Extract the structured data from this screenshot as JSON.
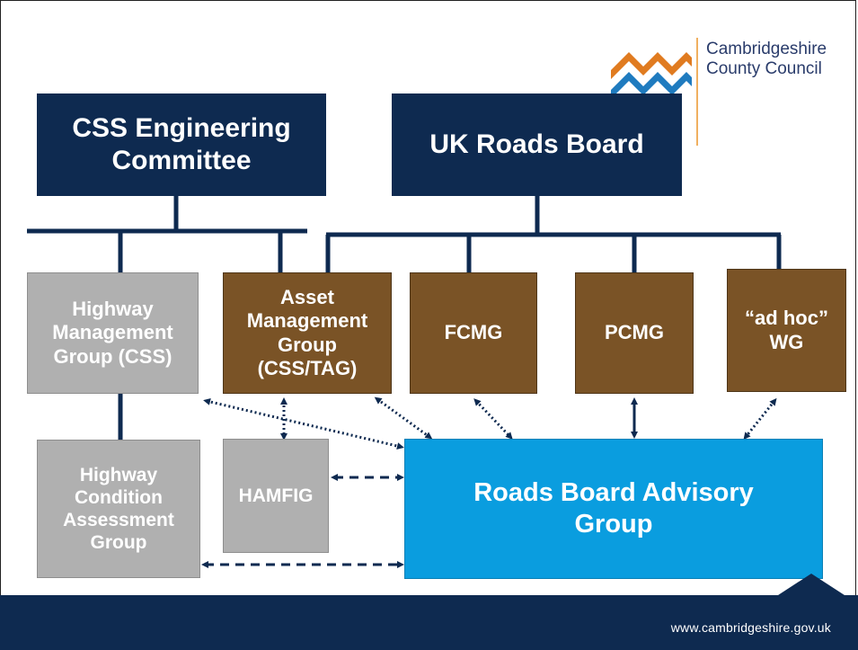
{
  "logo": {
    "text": "Cambridgeshire\nCounty Council",
    "colors": {
      "orange": "#e07b20",
      "blue": "#1f7bbf",
      "divider": "#f0b060"
    }
  },
  "boxes": {
    "css_engineering": "CSS Engineering\nCommittee",
    "uk_roads_board": "UK Roads Board",
    "highway_management": "Highway\nManagement\nGroup (CSS)",
    "asset_management": "Asset\nManagement\nGroup\n(CSS/TAG)",
    "fcmg": "FCMG",
    "pcmg": "PCMG",
    "ad_hoc_wg": "“ad hoc”\nWG",
    "highway_condition": "Highway\nCondition\nAssessment\nGroup",
    "hamfig": "HAMFIG",
    "roads_board_advisory": "Roads Board Advisory\nGroup"
  },
  "footer": {
    "url": "www.cambridgeshire.gov.uk"
  },
  "colors": {
    "navy": "#0e2a50",
    "brown": "#7a5326",
    "grey": "#b0b0b0",
    "light_blue": "#0a9ddf"
  }
}
